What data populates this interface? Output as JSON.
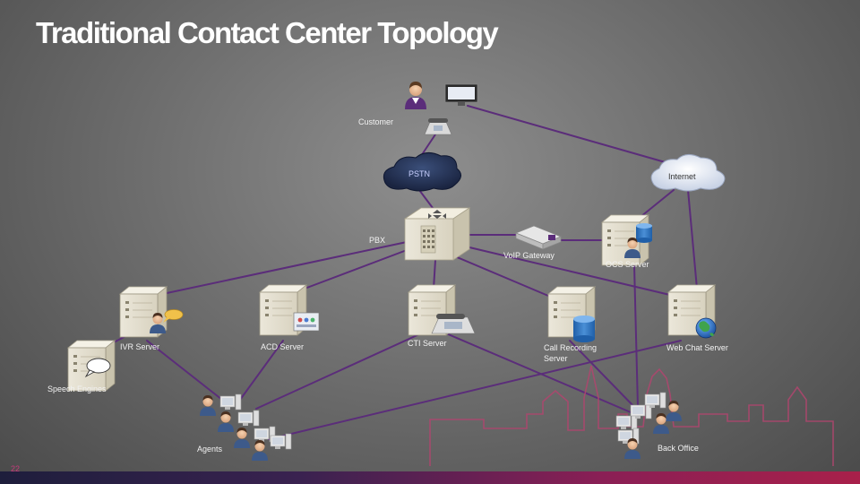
{
  "title": "Traditional Contact Center Topology",
  "slide_number": "22",
  "nodes": {
    "customer": "Customer",
    "pstn": "PSTN",
    "internet": "Internet",
    "pbx": "PBX",
    "voip_gateway": "VoIP Gateway",
    "ocs_server": "OCS Server",
    "ivr_server": "IVR Server",
    "acd_server": "ACD Server",
    "cti_server": "CTI Server",
    "call_recording_server": "Call Recording Server",
    "web_chat_server": "Web Chat Server",
    "speech_engines": "Speech Engines",
    "agents": "Agents",
    "back_office": "Back Office"
  },
  "colors": {
    "connector": "#5b2d7a",
    "accent": "#a8204a",
    "skyline": "#b0456e"
  },
  "icons": [
    "person-icon",
    "monitor-icon",
    "phone-icon",
    "cloud-icon",
    "server-icon",
    "switch-icon",
    "gateway-icon",
    "database-icon",
    "globe-icon"
  ]
}
